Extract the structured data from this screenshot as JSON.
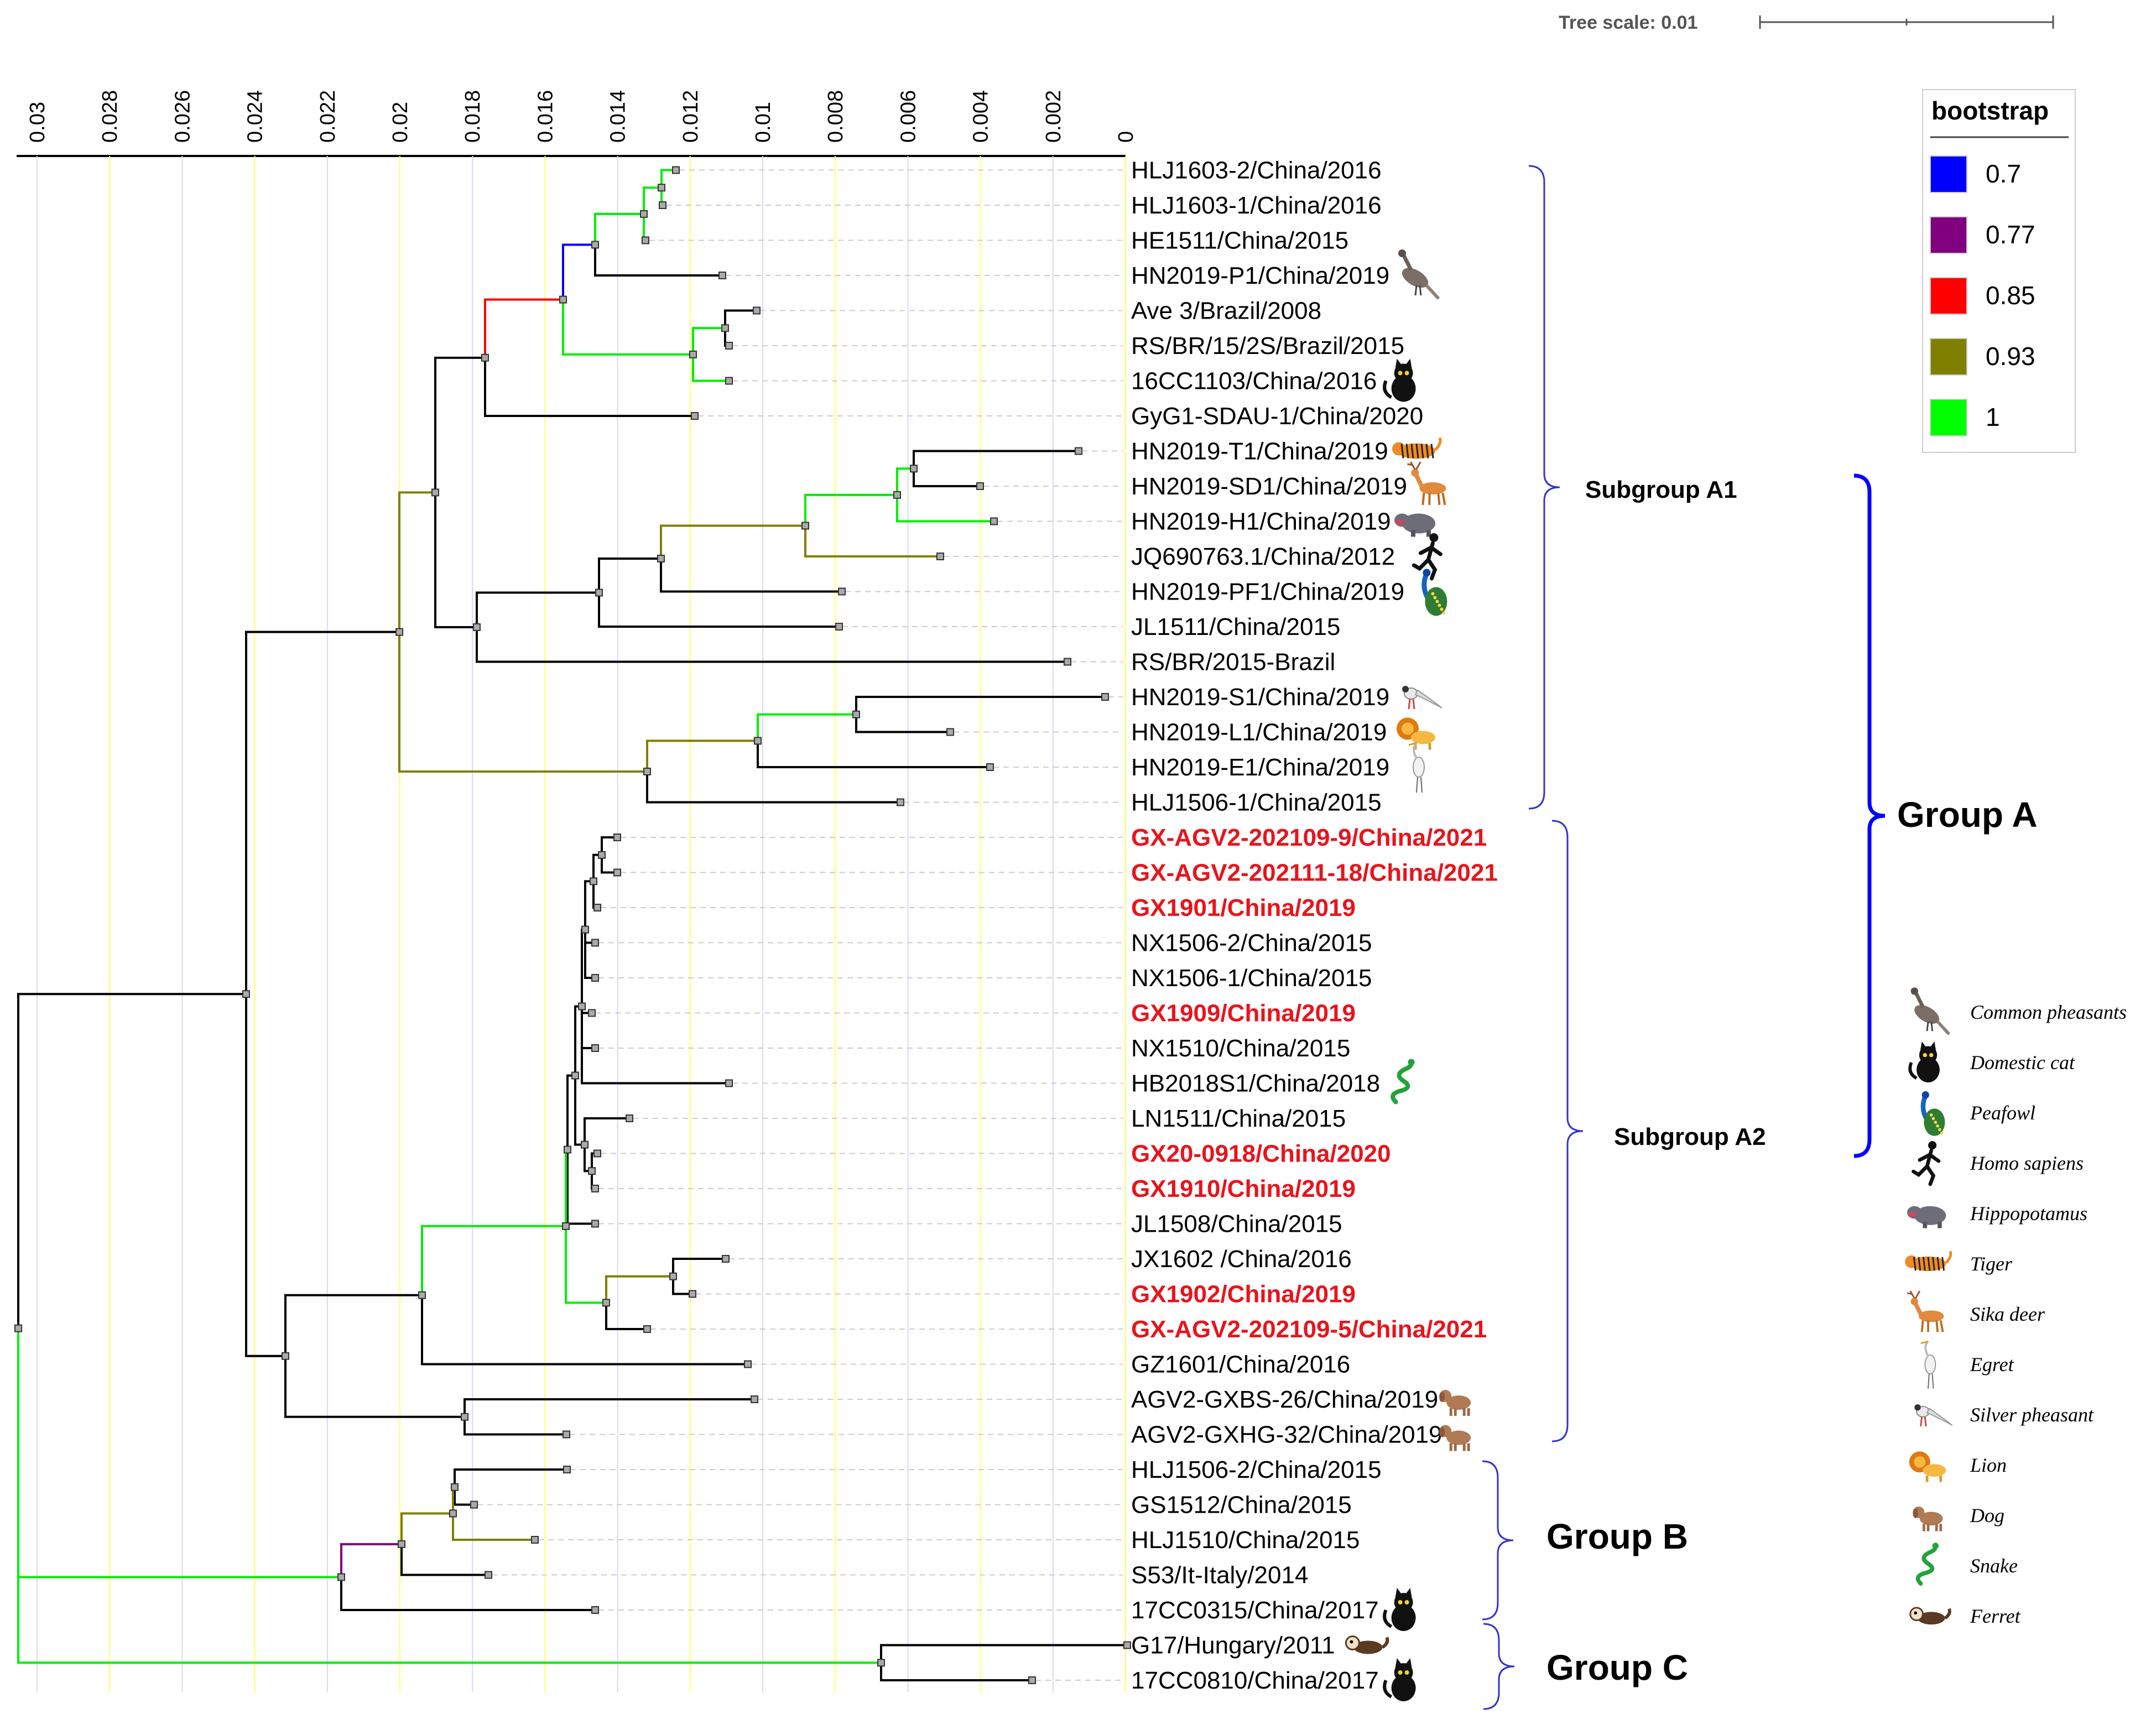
{
  "tree_scale": {
    "label": "Tree scale: 0.01"
  },
  "axis": {
    "ticks": [
      "0.03",
      "0.028",
      "0.026",
      "0.024",
      "0.022",
      "0.02",
      "0.018",
      "0.016",
      "0.014",
      "0.012",
      "0.01",
      "0.008",
      "0.006",
      "0.004",
      "0.002",
      "0"
    ]
  },
  "legend": {
    "title": "bootstrap",
    "items": [
      {
        "label": "0.7",
        "color": "#0000ff"
      },
      {
        "label": "0.77",
        "color": "#800080"
      },
      {
        "label": "0.85",
        "color": "#ff0000"
      },
      {
        "label": "0.93",
        "color": "#808000"
      },
      {
        "label": "1",
        "color": "#00ff00"
      }
    ]
  },
  "taxa": [
    {
      "label": "HLJ1603-2/China/2016"
    },
    {
      "label": "HLJ1603-1/China/2016"
    },
    {
      "label": "HE1511/China/2015"
    },
    {
      "label": "HN2019-P1/China/2019",
      "icon": "pheasant-icon"
    },
    {
      "label": "Ave 3/Brazil/2008"
    },
    {
      "label": "RS/BR/15/2S/Brazil/2015"
    },
    {
      "label": "16CC1103/China/2016",
      "icon": "cat-icon"
    },
    {
      "label": "GyG1-SDAU-1/China/2020"
    },
    {
      "label": "HN2019-T1/China/2019",
      "icon": "tiger-icon"
    },
    {
      "label": "HN2019-SD1/China/2019",
      "icon": "deer-icon"
    },
    {
      "label": "HN2019-H1/China/2019",
      "icon": "hippo-icon"
    },
    {
      "label": "JQ690763.1/China/2012",
      "icon": "human-icon"
    },
    {
      "label": "HN2019-PF1/China/2019",
      "icon": "peafowl-icon"
    },
    {
      "label": "JL1511/China/2015"
    },
    {
      "label": "RS/BR/2015-Brazil"
    },
    {
      "label": "HN2019-S1/China/2019",
      "icon": "silver-pheasant-icon"
    },
    {
      "label": "HN2019-L1/China/2019",
      "icon": "lion-icon"
    },
    {
      "label": "HN2019-E1/China/2019",
      "icon": "egret-icon"
    },
    {
      "label": "HLJ1506-1/China/2015"
    },
    {
      "label": "GX-AGV2-202109-9/China/2021",
      "highlight": true
    },
    {
      "label": "GX-AGV2-202111-18/China/2021",
      "highlight": true
    },
    {
      "label": "GX1901/China/2019",
      "highlight": true
    },
    {
      "label": "NX1506-2/China/2015"
    },
    {
      "label": "NX1506-1/China/2015"
    },
    {
      "label": "GX1909/China/2019",
      "highlight": true
    },
    {
      "label": "NX1510/China/2015"
    },
    {
      "label": "HB2018S1/China/2018",
      "icon": "snake-icon"
    },
    {
      "label": "LN1511/China/2015"
    },
    {
      "label": "GX20-0918/China/2020",
      "highlight": true
    },
    {
      "label": "GX1910/China/2019",
      "highlight": true
    },
    {
      "label": "JL1508/China/2015"
    },
    {
      "label": "JX1602 /China/2016"
    },
    {
      "label": "GX1902/China/2019",
      "highlight": true
    },
    {
      "label": "GX-AGV2-202109-5/China/2021",
      "highlight": true
    },
    {
      "label": "GZ1601/China/2016"
    },
    {
      "label": "AGV2-GXBS-26/China/2019",
      "icon": "dog-icon"
    },
    {
      "label": "AGV2-GXHG-32/China/2019",
      "icon": "dog-icon"
    },
    {
      "label": "HLJ1506-2/China/2015"
    },
    {
      "label": "GS1512/China/2015"
    },
    {
      "label": "HLJ1510/China/2015"
    },
    {
      "label": "S53/It-Italy/2014"
    },
    {
      "label": "17CC0315/China/2017",
      "icon": "cat-icon"
    },
    {
      "label": "G17/Hungary/2011",
      "icon": "ferret-icon"
    },
    {
      "label": "17CC0810/China/2017",
      "icon": "cat-icon"
    }
  ],
  "groups": [
    {
      "label": "Subgroup A1"
    },
    {
      "label": "Subgroup A2"
    },
    {
      "label": "Group A"
    },
    {
      "label": "Group B"
    },
    {
      "label": "Group C"
    }
  ],
  "species_key": [
    {
      "label": "Common pheasants",
      "icon": "pheasant-icon"
    },
    {
      "label": "Domestic cat",
      "icon": "cat-icon"
    },
    {
      "label": "Peafowl",
      "icon": "peafowl-icon"
    },
    {
      "label": "Homo sapiens",
      "icon": "human-icon"
    },
    {
      "label": "Hippopotamus",
      "icon": "hippo-icon"
    },
    {
      "label": "Tiger",
      "icon": "tiger-icon"
    },
    {
      "label": "Sika deer",
      "icon": "deer-icon"
    },
    {
      "label": "Egret",
      "icon": "egret-icon"
    },
    {
      "label": "Silver pheasant",
      "icon": "silver-pheasant-icon"
    },
    {
      "label": "Lion",
      "icon": "lion-icon"
    },
    {
      "label": "Dog",
      "icon": "dog-icon"
    },
    {
      "label": "Snake",
      "icon": "snake-icon"
    },
    {
      "label": "Ferret",
      "icon": "ferret-icon"
    }
  ]
}
